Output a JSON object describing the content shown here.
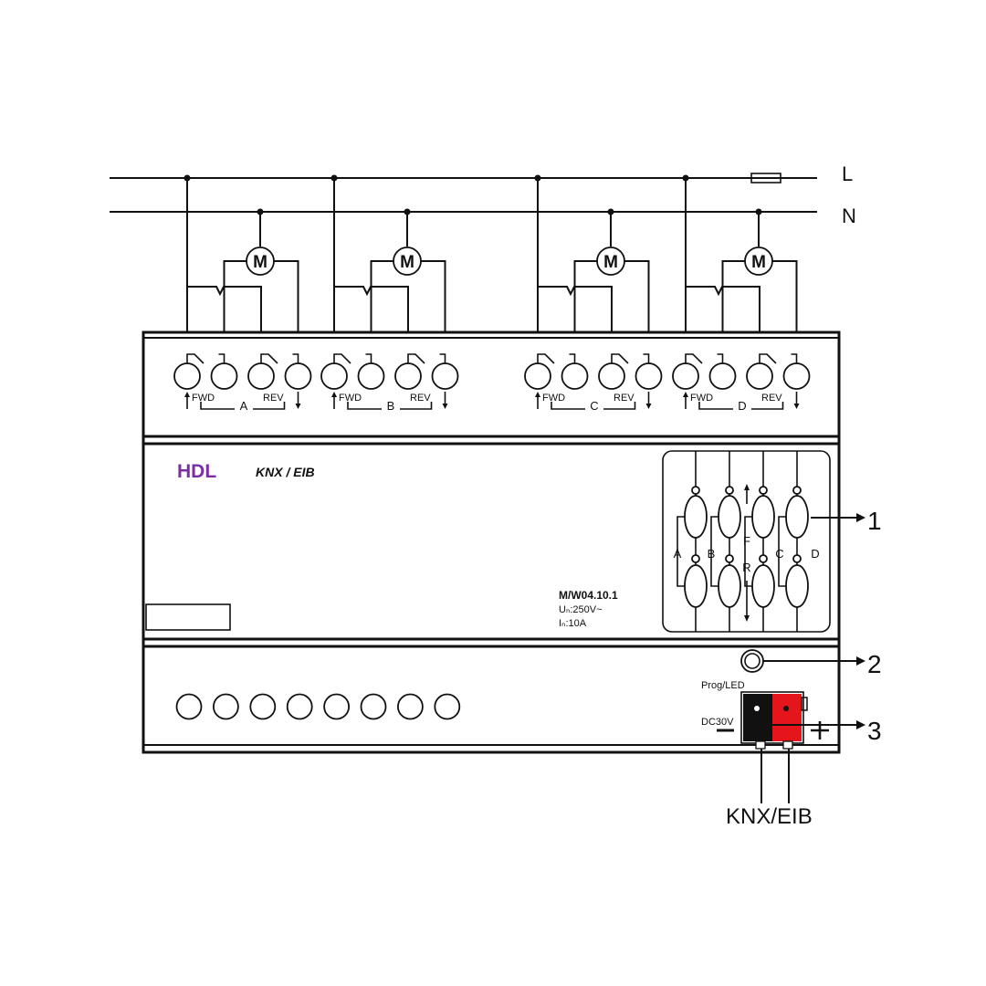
{
  "lines": {
    "L": "L",
    "N": "N"
  },
  "motor_symbol": "M",
  "channels": [
    {
      "letter": "A",
      "fwd": "FWD",
      "rev": "REV"
    },
    {
      "letter": "B",
      "fwd": "FWD",
      "rev": "REV"
    },
    {
      "letter": "C",
      "fwd": "FWD",
      "rev": "REV"
    },
    {
      "letter": "D",
      "fwd": "FWD",
      "rev": "REV"
    }
  ],
  "brand": {
    "hdl": "HDL",
    "knx": "KNX / EIB"
  },
  "colors": {
    "brand": "#7b2fa3",
    "plus_terminal": "#e4151b",
    "minus_terminal": "#111111"
  },
  "model": {
    "name": "M/W04.10.1",
    "voltage": "Uₙ:250V~",
    "current": "Iₙ:10A"
  },
  "manual_panel": {
    "labels": [
      "A",
      "B",
      "F",
      "R",
      "C",
      "D"
    ]
  },
  "callouts": [
    "1",
    "2",
    "3"
  ],
  "prog_led": "Prog/LED",
  "dc": "DC30V",
  "bus": "KNX/EIB",
  "bottom_terminal_count": 8
}
